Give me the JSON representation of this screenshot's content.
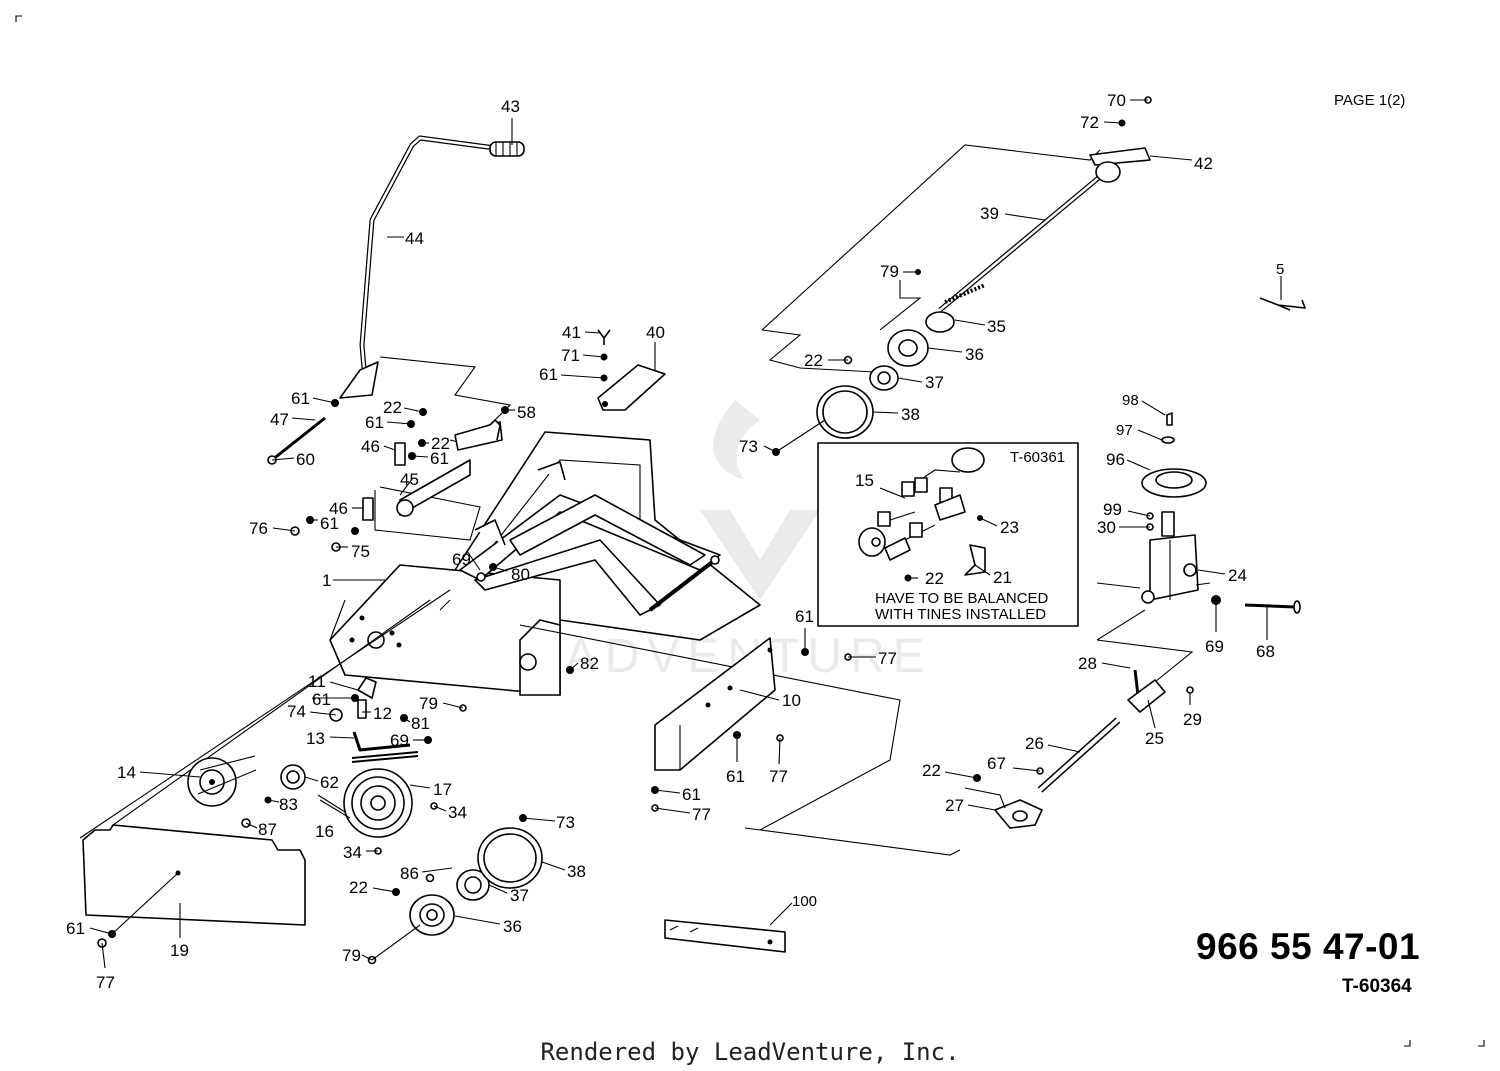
{
  "page_label": "PAGE  1(2)",
  "part_number": "966 55 47-01",
  "drawing_ref": "T-60364",
  "footer": "Rendered by LeadVenture, Inc.",
  "watermark": "LEADVENTURE",
  "inset": {
    "ref": "T-60361",
    "note_line1": "HAVE TO BE BALANCED",
    "note_line2": "WITH TINES INSTALLED"
  },
  "callouts": {
    "c43": "43",
    "c44": "44",
    "c61a": "61",
    "c47": "47",
    "c60": "60",
    "c22a": "22",
    "c61b": "61",
    "c22b": "22",
    "c46a": "46",
    "c61c": "61",
    "c45": "45",
    "c58": "58",
    "c76": "76",
    "c61d": "61",
    "c46b": "46",
    "c75": "75",
    "c69a": "69",
    "c80": "80",
    "c1": "1",
    "c41": "41",
    "c71": "71",
    "c61e": "61",
    "c40": "40",
    "c11": "11",
    "c61f": "61",
    "c74": "74",
    "c12": "12",
    "c79a": "79",
    "c82": "82",
    "c81": "81",
    "c13": "13",
    "c69b": "69",
    "c14": "14",
    "c62": "62",
    "c17": "17",
    "c83": "83",
    "c87": "87",
    "c16": "16",
    "c34a": "34",
    "c34b": "34",
    "c19": "19",
    "c61g": "61",
    "c77a": "77",
    "c73a": "73",
    "c86": "86",
    "c38a": "38",
    "c22c": "22",
    "c37a": "37",
    "c36a": "36",
    "c79b": "79",
    "c100": "100",
    "c61h": "61",
    "c77b": "77",
    "c10": "10",
    "c61i": "61",
    "c77c": "77",
    "c61j": "61",
    "c77d": "77",
    "c70": "70",
    "c72": "72",
    "c42": "42",
    "c39": "39",
    "c79c": "79",
    "c35": "35",
    "c22d": "22",
    "c36b": "36",
    "c37b": "37",
    "c38b": "38",
    "c73b": "73",
    "c15": "15",
    "c23": "23",
    "c22e": "22",
    "c21": "21",
    "c5": "5",
    "c98": "98",
    "c97": "97",
    "c96": "96",
    "c99": "99",
    "c30": "30",
    "c24": "24",
    "c69c": "69",
    "c68": "68",
    "c28": "28",
    "c29": "29",
    "c25": "25",
    "c26": "26",
    "c22f": "22",
    "c67": "67",
    "c27": "27"
  }
}
